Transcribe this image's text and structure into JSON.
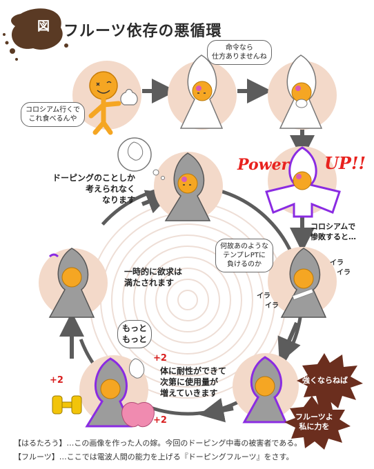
{
  "header": {
    "badge": "図",
    "title": "フルーツ依存の悪循環"
  },
  "top_row": {
    "step1_speech": "コロシアム行くで\nこれ食べるんや",
    "step2_speech": "命令なら\n仕方ありませんね"
  },
  "power_up": {
    "power": "Power",
    "up": "UP!!"
  },
  "cycle": {
    "colosseum_lose": "コロシアムで\n惨敗すると…",
    "why_lose_bubble": "何故あのような\nテンプレPTに\n負けるのか",
    "ira_labels": [
      "イラ",
      "イラ",
      "イラ",
      "イラ"
    ],
    "doping_only": "ドーピングのことしか\n考えられなく\nなります",
    "desire_satisfied": "一時的に欲求は\n満たされます",
    "more_bubble": "もっと\nもっと",
    "tolerance": "体に耐性ができて\n次第に使用量が\n増えていきます",
    "plus_labels": [
      "+2",
      "+2",
      "+2"
    ],
    "burst_1": "強くならねば",
    "burst_2": "フルーツよ\n私に力を"
  },
  "footer": {
    "line1": "【はるたろう】…この画像を作った人の嫁。今回のドーピング中毒の被害者である。",
    "line2": "【フルーツ】…ここでは電波人間の能力を上げる『ドーピングフルーツ』をさす。"
  },
  "colors": {
    "circle_bg": "#f3d9c9",
    "ring": "#eeded6",
    "arrow": "#5c5c5c",
    "brand_brown": "#5a3a24",
    "burst": "#6b2e1e",
    "power_red": "#e8221e"
  },
  "icons": [
    "orange-smiley-icon",
    "white-garlic-fruit-icon",
    "gray-hooded-figure-icon",
    "pink-apple-icon",
    "dumbbell-icon",
    "thought-bubble-icon"
  ]
}
